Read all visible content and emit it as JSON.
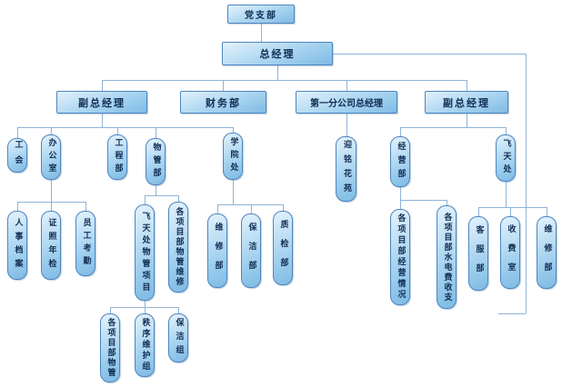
{
  "chart": {
    "type": "org-chart",
    "background_color": "#ffffff",
    "node_fill_color": "#a8d4f0",
    "node_border_color": "#4e85c0",
    "connector_color": "#8fb4d8",
    "nodes": {
      "party_branch": "党支部",
      "general_manager": "总经理",
      "deputy_gm_left": "副总经理",
      "finance_dept": "财务部",
      "branch1_gm": "第一分公司总经理",
      "deputy_gm_right": "副总经理",
      "labor_union": "工会",
      "office": "办公室",
      "engineering_dept": "工程部",
      "property_mgmt_dept": "物管部",
      "academy_office": "学院处",
      "personnel_files": "人事档案",
      "license_inspection": "证照年检",
      "attendance": "员工考勤",
      "feitian_property_project": "飞天处物管项目",
      "project_property_maintenance": "各项目部物管维修",
      "project_property": "各项目部物管",
      "order_maintenance_team": "秩序维护组",
      "cleaning_team": "保洁组",
      "maintenance_dept_left": "维修部",
      "cleaning_dept": "保洁部",
      "quality_dept": "质检部",
      "yingming_garden": "迎铭花苑",
      "operations_dept": "经营部",
      "feitian_office": "飞天处",
      "project_operations": "各项目部经营情况",
      "project_utility_fees": "各项目部水电费收支",
      "customer_service_dept": "客服部",
      "fee_collection_room": "收费室",
      "maintenance_dept_right": "维修部"
    },
    "edges": [
      [
        "party_branch",
        "general_manager"
      ],
      [
        "general_manager",
        "deputy_gm_left"
      ],
      [
        "general_manager",
        "finance_dept"
      ],
      [
        "general_manager",
        "branch1_gm"
      ],
      [
        "general_manager",
        "deputy_gm_right"
      ],
      [
        "deputy_gm_left",
        "labor_union"
      ],
      [
        "deputy_gm_left",
        "office"
      ],
      [
        "deputy_gm_left",
        "engineering_dept"
      ],
      [
        "deputy_gm_left",
        "property_mgmt_dept"
      ],
      [
        "deputy_gm_left",
        "academy_office"
      ],
      [
        "office",
        "personnel_files"
      ],
      [
        "office",
        "license_inspection"
      ],
      [
        "office",
        "attendance"
      ],
      [
        "property_mgmt_dept",
        "feitian_property_project"
      ],
      [
        "property_mgmt_dept",
        "project_property_maintenance"
      ],
      [
        "feitian_property_project",
        "project_property"
      ],
      [
        "feitian_property_project",
        "order_maintenance_team"
      ],
      [
        "feitian_property_project",
        "cleaning_team"
      ],
      [
        "academy_office",
        "maintenance_dept_left"
      ],
      [
        "academy_office",
        "cleaning_dept"
      ],
      [
        "academy_office",
        "quality_dept"
      ],
      [
        "branch1_gm",
        "yingming_garden"
      ],
      [
        "deputy_gm_right",
        "operations_dept"
      ],
      [
        "deputy_gm_right",
        "feitian_office"
      ],
      [
        "operations_dept",
        "project_operations"
      ],
      [
        "operations_dept",
        "project_utility_fees"
      ],
      [
        "feitian_office",
        "customer_service_dept"
      ],
      [
        "feitian_office",
        "fee_collection_room"
      ],
      [
        "feitian_office",
        "maintenance_dept_right"
      ]
    ]
  }
}
